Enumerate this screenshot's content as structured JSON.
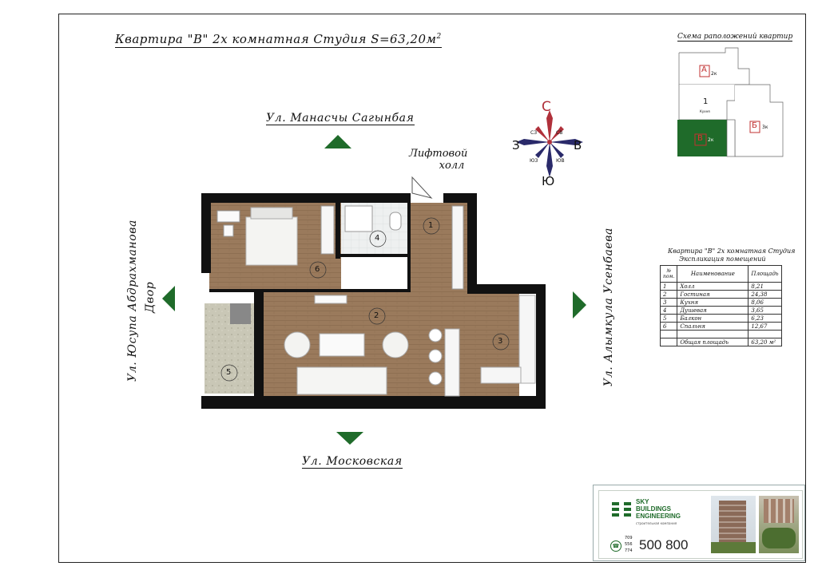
{
  "title": {
    "text": "Квартира \"В\" 2х комнатная Студия  S=63,20м",
    "sup": "2"
  },
  "streets": {
    "north": "Ул. Манасчы Сагынбая",
    "south": "Ул. Московская",
    "west": "Ул. Юсупа Абдрахманова",
    "west_sub": "Двор",
    "east": "Ул. Алымкула Усенбаева"
  },
  "lift_hall": {
    "line1": "Лифтовой",
    "line2": "холл"
  },
  "compass": {
    "n": "С",
    "s": "Ю",
    "w": "З",
    "e": "В",
    "nw": "СЗ",
    "ne": "СВ",
    "sw": "ЮЗ",
    "se": "ЮВ"
  },
  "room_numbers": [
    "1",
    "2",
    "3",
    "4",
    "5",
    "6"
  ],
  "schema": {
    "title": "Схема раположений квартир",
    "labels": {
      "a": "А",
      "a_size": "2к",
      "one": "1",
      "one_sub": "Кухня",
      "b": "Б",
      "b_size": "3к",
      "v": "В",
      "v_size": "2к"
    }
  },
  "explication": {
    "title": "Квартира \"В\" 2х комнатная Студия",
    "subtitle": "Экспликация помещений",
    "headers": {
      "num": "№ пом.",
      "name": "Наименование",
      "area": "Площадь"
    },
    "rows": [
      {
        "num": "1",
        "name": "Холл",
        "area": "8,21"
      },
      {
        "num": "2",
        "name": "Гостиная",
        "area": "24,38"
      },
      {
        "num": "3",
        "name": "Кухня",
        "area": "8,06"
      },
      {
        "num": "4",
        "name": "Душевая",
        "area": "3,65"
      },
      {
        "num": "5",
        "name": "Балкон",
        "area": "6,23"
      },
      {
        "num": "6",
        "name": "Спальня",
        "area": "12,67"
      }
    ],
    "total_label": "Общая площадь",
    "total_value": "63,20 м²"
  },
  "brand": {
    "name_line1": "SKY",
    "name_line2": "BUILDINGS",
    "name_line3": "ENGINEERING",
    "tagline": "строительная компания",
    "phone_prefix1": "709",
    "phone_prefix2": "556",
    "phone_prefix3": "774",
    "phone": "500 800"
  },
  "colors": {
    "green": "#1f6b2a",
    "wood": "#9a7a5c",
    "wall": "#111111",
    "compass_red": "#b0303a",
    "compass_blue": "#2a2a6a"
  }
}
